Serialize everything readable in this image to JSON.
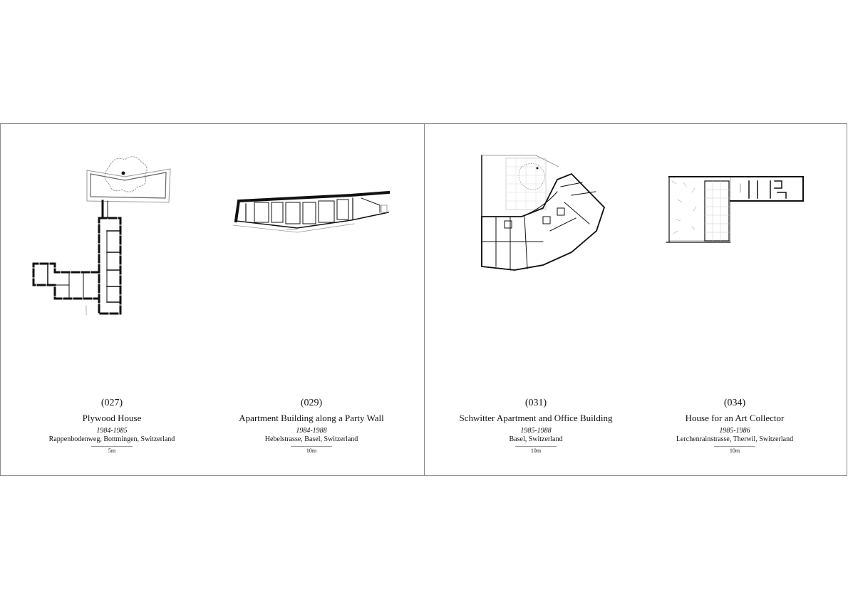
{
  "projects": [
    {
      "number": "(027)",
      "title": "Plywood House",
      "years": "1984-1985",
      "location": "Rappenbodenweg, Bottmingen, Switzerland",
      "scale": "5m"
    },
    {
      "number": "(029)",
      "title": "Apartment Building along a Party Wall",
      "years": "1984-1988",
      "location": "Hebelstrasse, Basel, Switzerland",
      "scale": "10m"
    },
    {
      "number": "(031)",
      "title": "Schwitter Apartment and Office Building",
      "years": "1985-1988",
      "location": "Basel, Switzerland",
      "scale": "10m"
    },
    {
      "number": "(034)",
      "title": "House for an Art Collector",
      "years": "1985-1986",
      "location": "Lerchenrainstrasse, Therwil, Switzerland",
      "scale": "10m"
    }
  ],
  "colors": {
    "frame": "#8a8a8a",
    "ink": "#111111"
  }
}
